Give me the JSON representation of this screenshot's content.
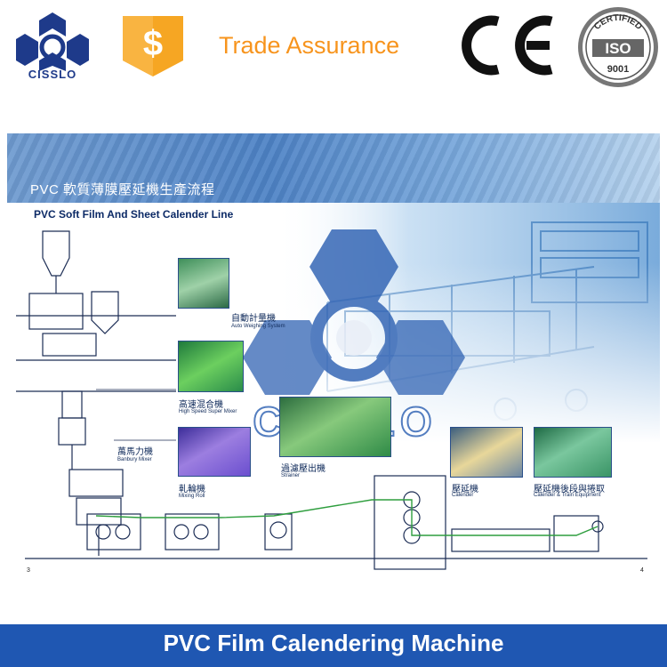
{
  "header": {
    "brand_logo_text": "CISSLO",
    "trade_assurance_label": "Trade Assurance",
    "ce_mark": "CE",
    "iso_seal": {
      "top_text": "CERTIFIED",
      "center_text": "ISO",
      "bottom_text": "9001"
    }
  },
  "diagram": {
    "title_cn": "PVC 軟質薄膜壓延機生產流程",
    "title_en": "PVC Soft Film And Sheet Calender Line",
    "watermark_text": "CISSLO",
    "stations": [
      {
        "cn": "自動計量機",
        "en": "Auto Weighing System"
      },
      {
        "cn": "高速混合機",
        "en": "High Speed Super Mixer"
      },
      {
        "cn": "萬馬力機",
        "en": "Banbury Mixer"
      },
      {
        "cn": "軋輪機",
        "en": "Mixing Roll"
      },
      {
        "cn": "過濾壓出機",
        "en": "Strainer"
      },
      {
        "cn": "壓延機",
        "en": "Calender"
      },
      {
        "cn": "壓延機後段與捲取",
        "en": "Calender & Train Equipment"
      }
    ],
    "page_numbers": [
      "3",
      "4"
    ]
  },
  "footer": {
    "title": "PVC Film Calendering Machine"
  },
  "colors": {
    "brand_blue": "#1f57b2",
    "trade_orange": "#f7941d",
    "line_green": "#2e9e3e"
  },
  "icons": [
    "cisslo-logo-icon",
    "dollar-shield-icon",
    "ce-mark-icon",
    "iso-seal-icon"
  ]
}
